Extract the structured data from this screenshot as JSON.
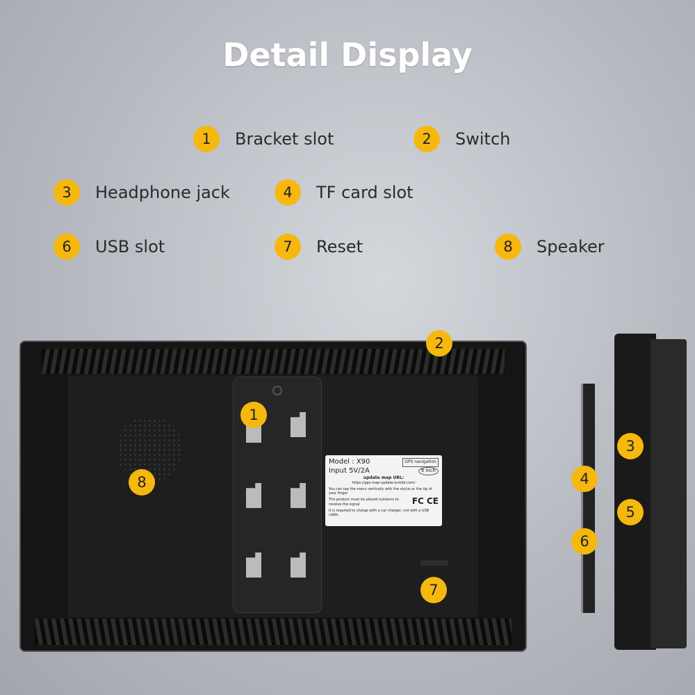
{
  "title": "Detail Display",
  "legend": [
    {
      "num": "1",
      "label": "Bracket slot"
    },
    {
      "num": "2",
      "label": "Switch"
    },
    {
      "num": "3",
      "label": "Headphone jack"
    },
    {
      "num": "4",
      "label": "TF card slot"
    },
    {
      "num": "6",
      "label": "USB slot"
    },
    {
      "num": "7",
      "label": "Reset"
    },
    {
      "num": "8",
      "label": "Speaker"
    }
  ],
  "device_label": {
    "model": "Model : X90",
    "input": "Input 5V/2A",
    "tag": "GPS navigation",
    "size": "9 inch",
    "update": "update map URL:",
    "url": "https://gps-map-update.tumblr.com/",
    "note1": "You can tap the menu vertically with the stylus or the tip of your finger",
    "note2": "The product must be placed outdoors to receive the signal",
    "note3": "It is required to charge with a car charger, not with a USB cable.",
    "cert": "FC CE"
  },
  "callouts": {
    "bracket": "1",
    "switch": "2",
    "headphone": "3",
    "tf": "4",
    "five": "5",
    "usb": "6",
    "reset": "7",
    "speaker": "8"
  },
  "colors": {
    "badge": "#f6b80f"
  }
}
